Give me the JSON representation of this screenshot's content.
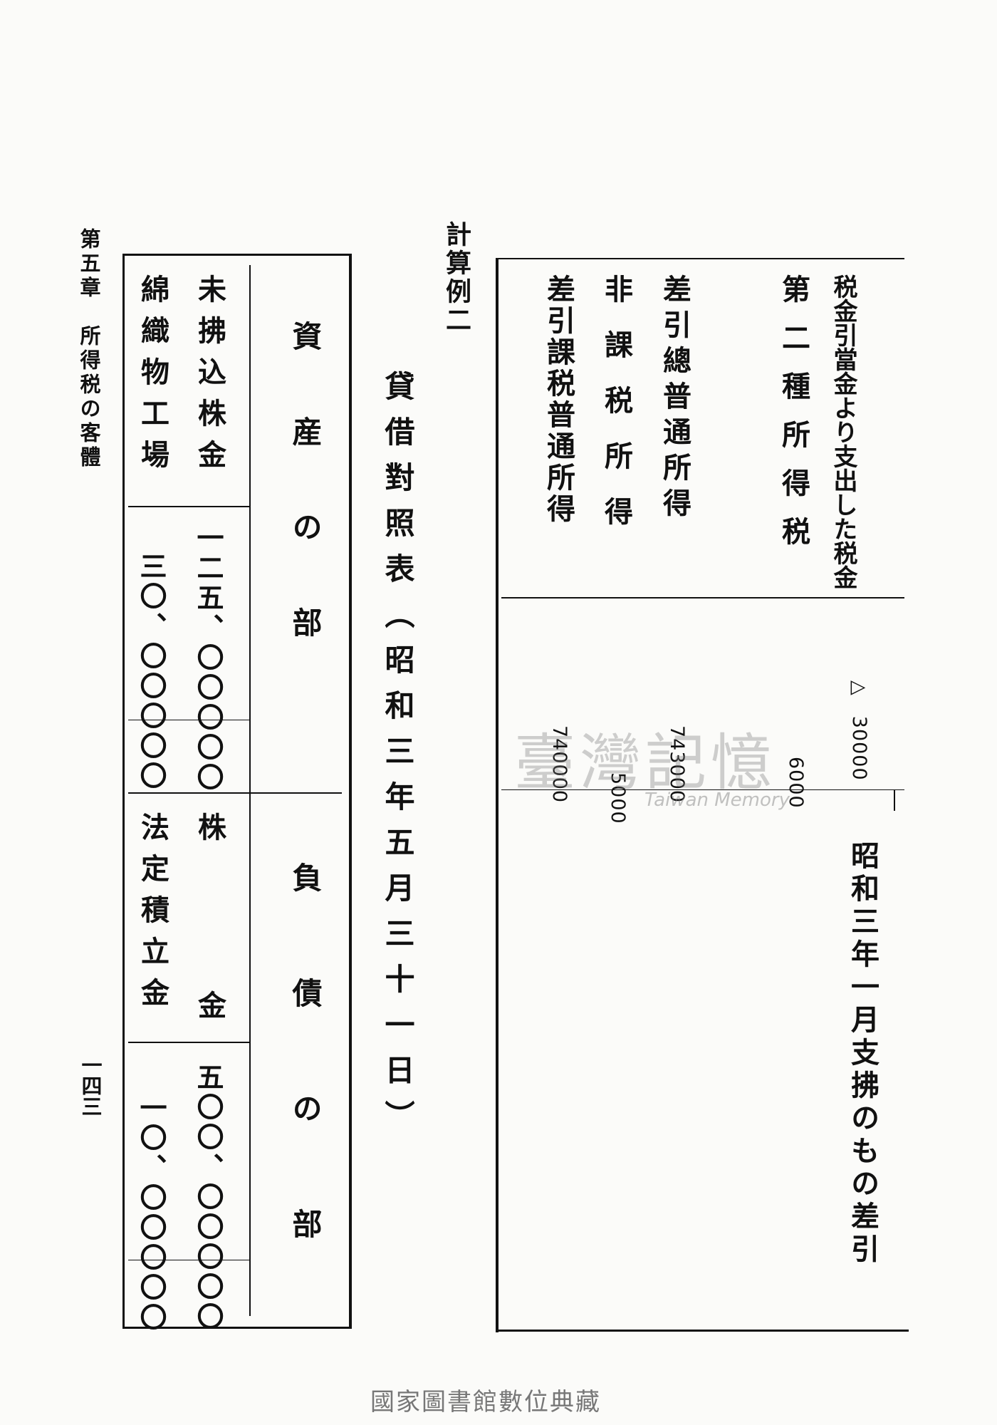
{
  "header": {
    "chapter": "第五章　所得税の客體",
    "page_number": "一四三"
  },
  "example_title": "計算例二",
  "tax_table": {
    "rows": [
      {
        "label": "税金引當金より支出した税金",
        "value": "△　30000"
      },
      {
        "label": "第二種所得税",
        "value": "6000"
      },
      {
        "label": "差引總普通所得",
        "value": "743000"
      },
      {
        "label": "非課税所得",
        "value": "5000"
      },
      {
        "label": "差引課税普通所得",
        "value": "740000"
      }
    ],
    "note": "昭和三年一月支拂のもの差引"
  },
  "balance_sheet": {
    "title": "貸借對照表（昭和三年五月三十一日）",
    "assets_header": "資産の部",
    "liabilities_header": "負債の部",
    "assets": [
      {
        "label": "未拂込株金",
        "value": "一二五、〇〇〇〇〇"
      },
      {
        "label": "綿織物工場",
        "value": "三〇、〇〇〇〇〇"
      }
    ],
    "liabilities": [
      {
        "label": "株金",
        "value": "五〇〇、〇〇〇〇〇"
      },
      {
        "label": "法定積立金",
        "value": "一〇、〇〇〇〇〇"
      }
    ]
  },
  "watermark": {
    "main": "臺灣記憶",
    "sub": "Taiwan Memory"
  },
  "footer": {
    "credit": "國家圖書館數位典藏"
  }
}
